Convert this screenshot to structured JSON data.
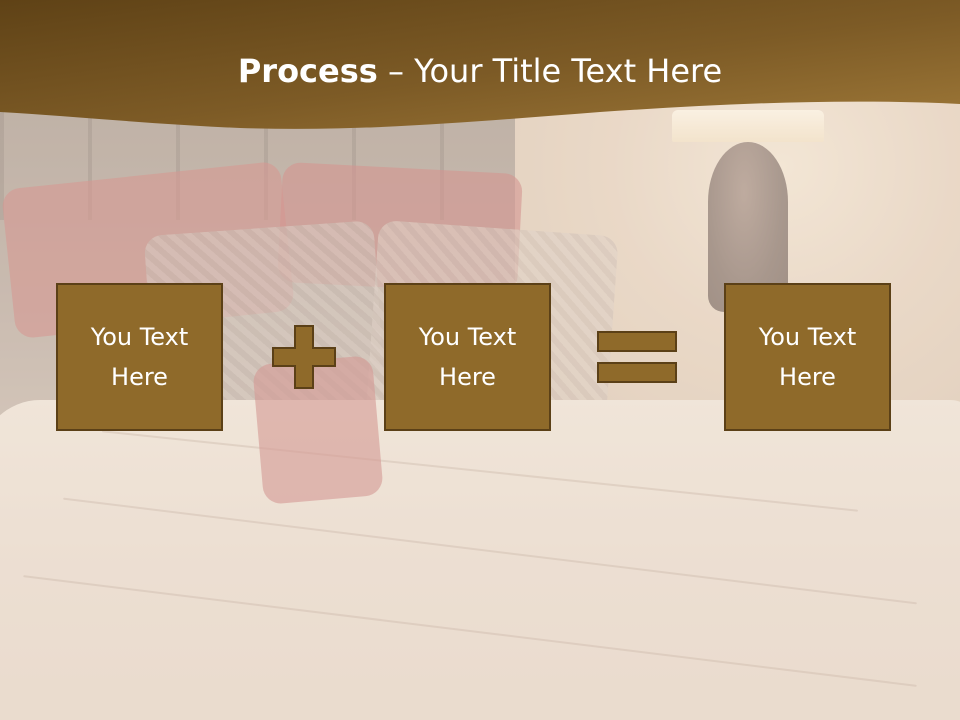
{
  "slide": {
    "title_bold": "Process",
    "title_rest": " – Your Title Text Here",
    "boxes": [
      {
        "text": "You Text Here"
      },
      {
        "text": "You Text Here"
      },
      {
        "text": "You Text Here"
      }
    ],
    "operators": [
      "plus",
      "equals"
    ]
  },
  "colors": {
    "header": "#7a5a24",
    "box_fill": "#8f6a2a",
    "box_border": "#5b4017",
    "text": "#ffffff"
  }
}
